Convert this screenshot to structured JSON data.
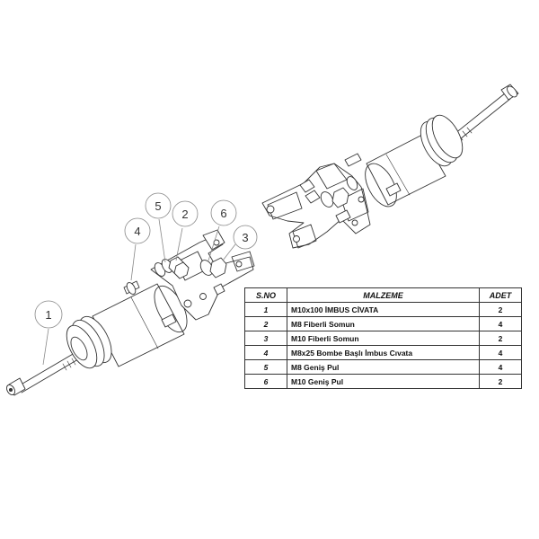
{
  "balloons": [
    "1",
    "2",
    "3",
    "4",
    "5",
    "6"
  ],
  "bom": {
    "headers": {
      "no": "S.NO",
      "material": "MALZEME",
      "qty": "ADET"
    },
    "rows": [
      {
        "no": "1",
        "material": "M10x100 İMBUS CİVATA",
        "qty": "2"
      },
      {
        "no": "2",
        "material": "M8 Fiberli Somun",
        "qty": "4"
      },
      {
        "no": "3",
        "material": "M10 Fiberli Somun",
        "qty": "2"
      },
      {
        "no": "4",
        "material": "M8x25 Bombe Başlı İmbus Cıvata",
        "qty": "4"
      },
      {
        "no": "5",
        "material": "M8 Geniş Pul",
        "qty": "4"
      },
      {
        "no": "6",
        "material": "M10 Geniş Pul",
        "qty": "2"
      }
    ]
  }
}
